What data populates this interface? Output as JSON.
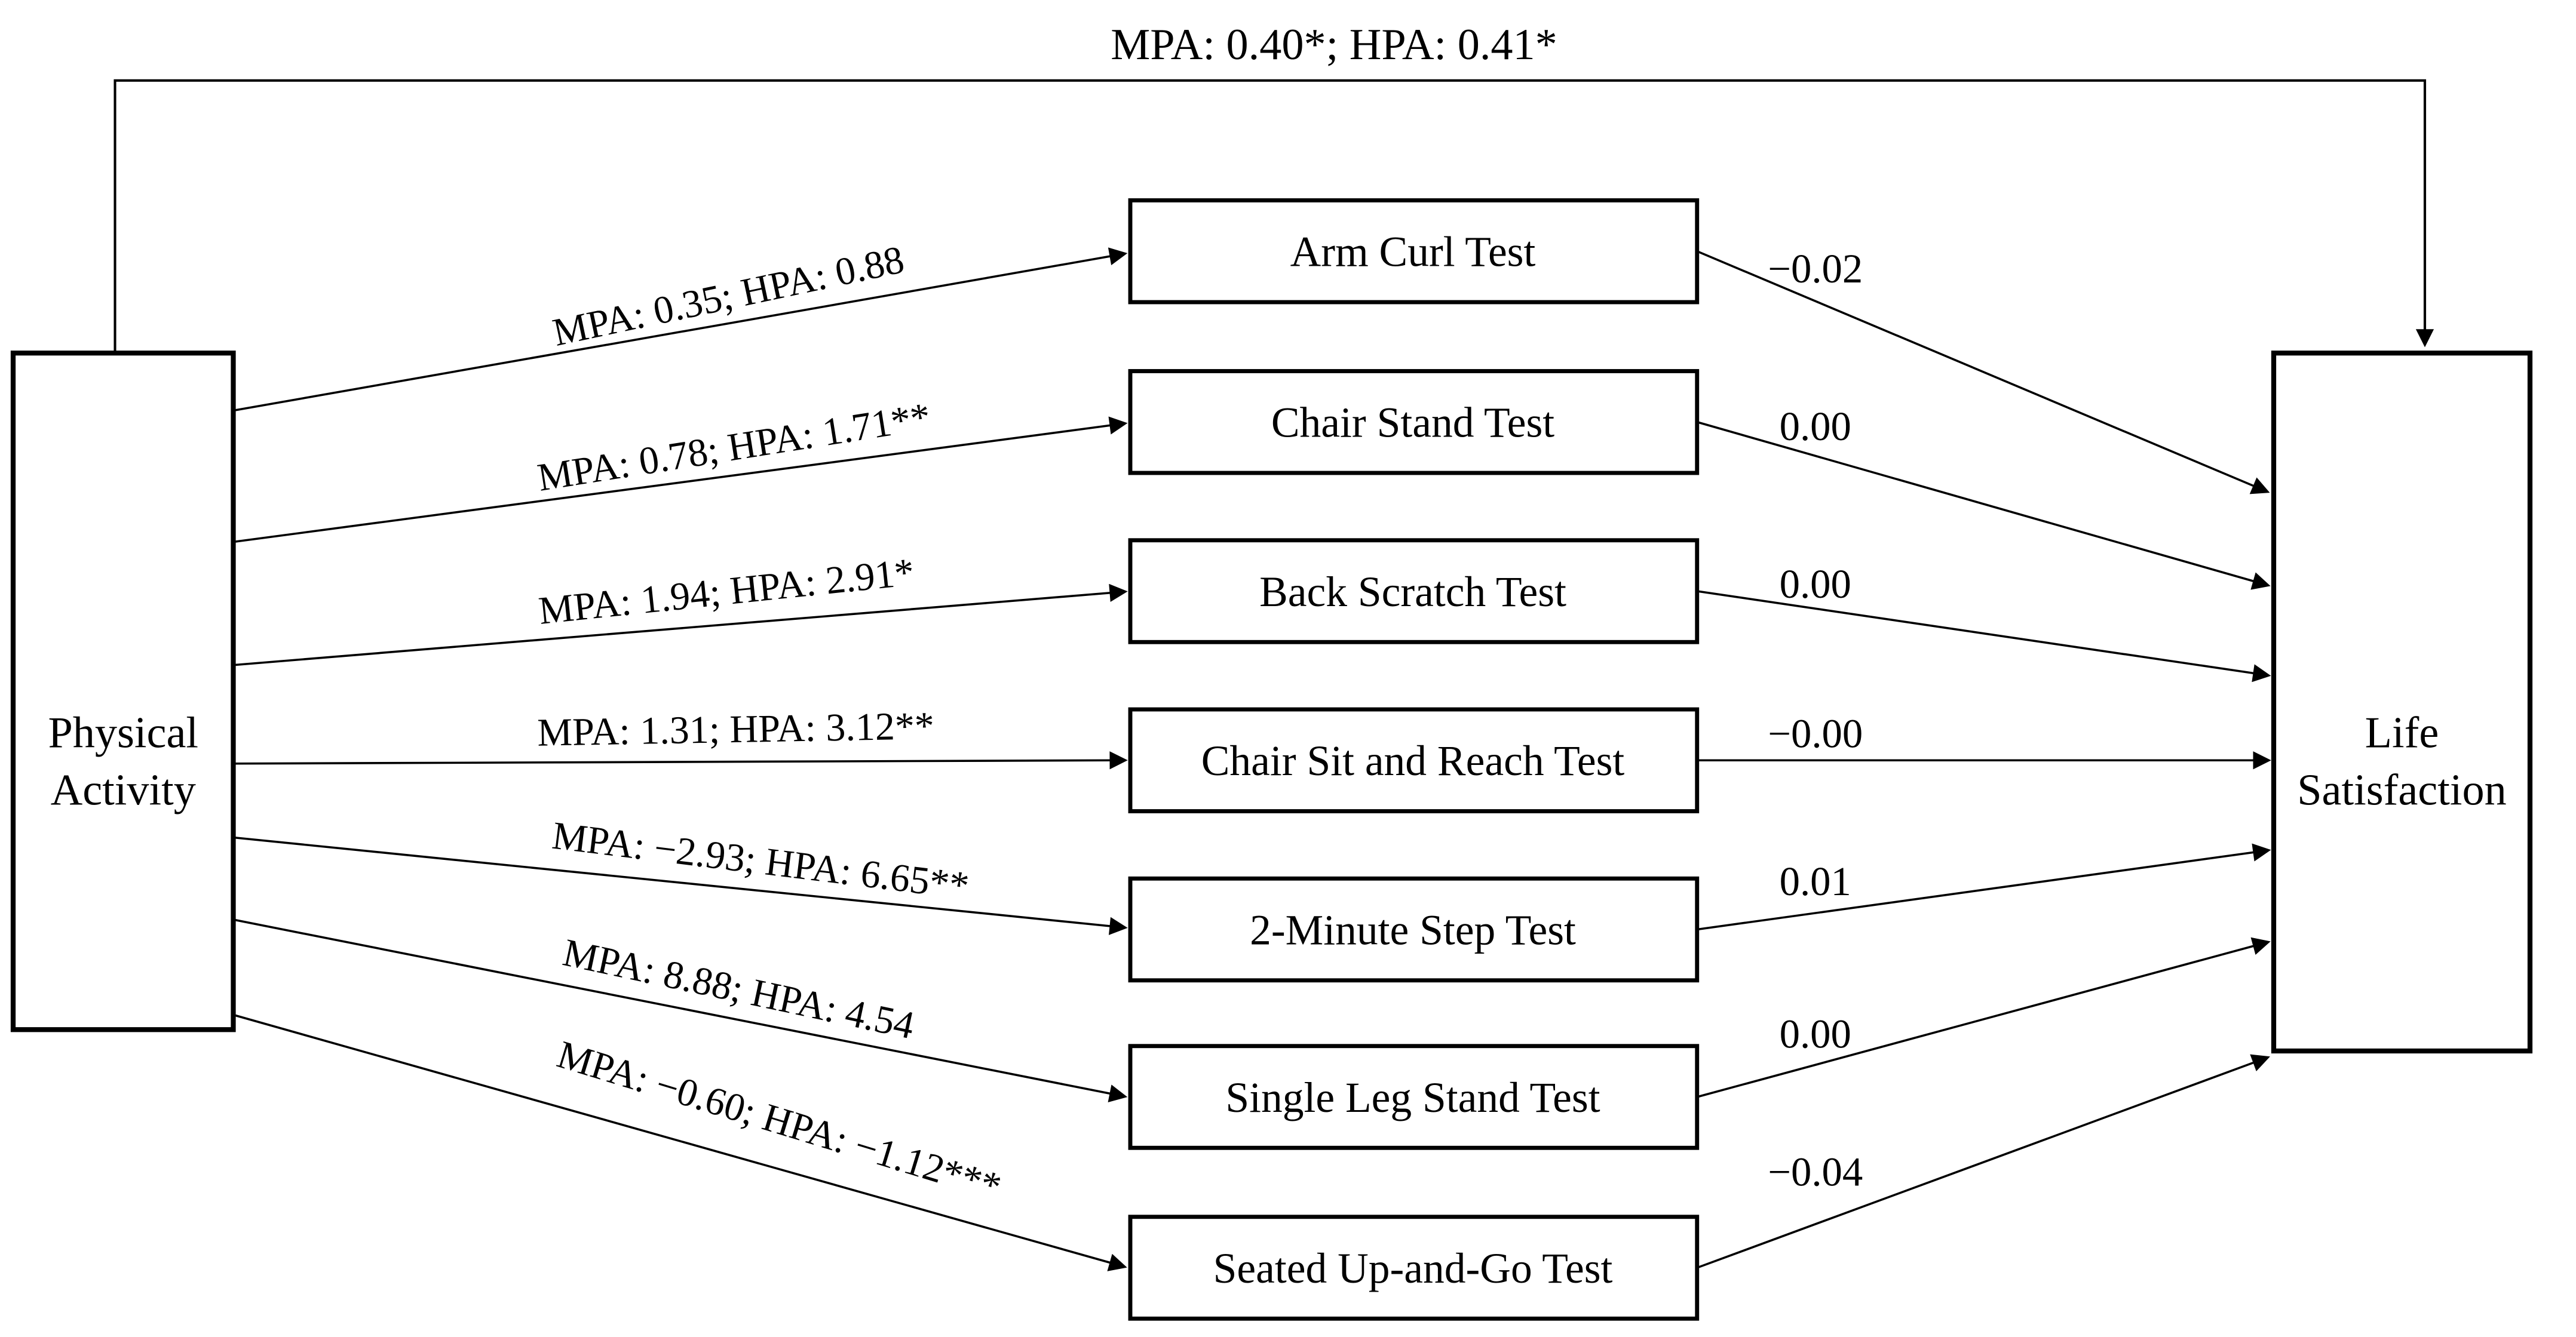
{
  "figure": {
    "direct_effect_label": "MPA: 0.40*; HPA: 0.41*",
    "predictor": {
      "name": "Physical Activity",
      "line1": "Physical",
      "line2": "Activity"
    },
    "outcome": {
      "name": "Life Satisfaction",
      "line1": "Life",
      "line2": "Satisfaction"
    },
    "mediators": [
      {
        "name": "Arm Curl Test",
        "a_path": "MPA: 0.35; HPA: 0.88",
        "b_path": "−0.02"
      },
      {
        "name": "Chair Stand Test",
        "a_path": "MPA: 0.78; HPA: 1.71**",
        "b_path": "0.00"
      },
      {
        "name": "Back Scratch Test",
        "a_path": "MPA: 1.94; HPA: 2.91*",
        "b_path": "0.00"
      },
      {
        "name": "Chair Sit and Reach Test",
        "a_path": "MPA: 1.31; HPA: 3.12**",
        "b_path": "−0.00"
      },
      {
        "name": "2-Minute Step Test",
        "a_path": "MPA: −2.93; HPA: 6.65**",
        "b_path": "0.01"
      },
      {
        "name": "Single Leg Stand Test",
        "a_path": "MPA: 8.88; HPA: 4.54",
        "b_path": "0.00"
      },
      {
        "name": "Seated Up-and-Go Test",
        "a_path": "MPA: −0.60; HPA: −1.12***",
        "b_path": "−0.04"
      }
    ],
    "colors": {
      "stroke": "#000000",
      "fill": "#ffffff",
      "text": "#000000",
      "background": "#ffffff"
    }
  }
}
